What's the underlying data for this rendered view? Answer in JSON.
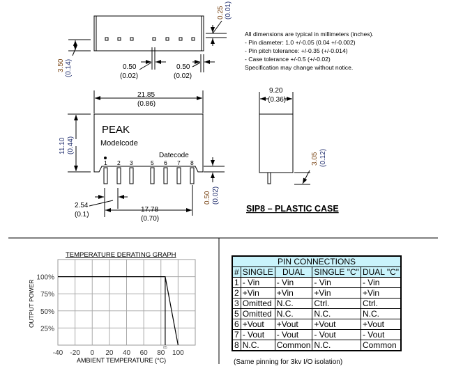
{
  "notes": [
    "All dimensions are typical in millimeters (inches).",
    "- Pin diameter: 1.0 +/-0.05 (0.04 +/-0.002)",
    "- Pin pitch tolerance: +/-0.35 (+/-0.014)",
    "- Case tolerance +/-0.5 (+/-0.02)",
    "Specification may change without notice."
  ],
  "dims": {
    "d025": "0.25",
    "d025i": "(0.01)",
    "d350": "3.50",
    "d350i": "(0.14)",
    "d050a": "0.50",
    "d050ai": "(0.02)",
    "d050b": "0.50",
    "d050bi": "(0.02)",
    "d2185": "21.85",
    "d2185i": "(0.86)",
    "d1110": "11.10",
    "d1110i": "(0.44)",
    "d050c": "0.50",
    "d050ci": "(0.02)",
    "d254": "2.54",
    "d254i": "(0.1)",
    "d1778": "17.78",
    "d1778i": "(0.70)",
    "d920": "9.20",
    "d920i": "(0.36)",
    "d305": "3.05",
    "d305i": "(0.12)"
  },
  "module": {
    "brand": "PEAK",
    "model": "Modelcode",
    "date": "Datecode",
    "pins": [
      "1",
      "2",
      "3",
      "5",
      "6",
      "7",
      "8"
    ]
  },
  "case_title": "SIP8 – PLASTIC CASE",
  "graph": {
    "title": "TEMPERATURE DERATING GRAPH",
    "ylabel": "OUTPUT POWER",
    "xlabel": "AMBIENT TEMPERATURE (°C)",
    "yticks": [
      "100%",
      "75%",
      "50%",
      "25%"
    ],
    "xticks": [
      "-40",
      "-20",
      "0",
      "20",
      "40",
      "60",
      "80",
      "100"
    ],
    "marker": "85",
    "xlim": [
      -40,
      120
    ],
    "ylim": [
      0,
      125
    ],
    "series": [
      [
        -40,
        100
      ],
      [
        85,
        100
      ],
      [
        100,
        0
      ]
    ]
  },
  "pin_table": {
    "title": "PIN CONNECTIONS",
    "headers": [
      "#",
      "SINGLE",
      "DUAL",
      "SINGLE \"C\"",
      "DUAL \"C\""
    ],
    "rows": [
      [
        "1",
        "- Vin",
        "- Vin",
        "- Vin",
        "- Vin"
      ],
      [
        "2",
        "+Vin",
        "+Vin",
        "+Vin",
        "+Vin"
      ],
      [
        "3",
        "Omitted",
        "N.C.",
        "Ctrl.",
        "Ctrl."
      ],
      [
        "5",
        "Omitted",
        "N.C.",
        "N.C.",
        "N.C."
      ],
      [
        "6",
        "+Vout",
        "+Vout",
        "+Vout",
        "+Vout"
      ],
      [
        "7",
        "- Vout",
        "- Vout",
        "- Vout",
        "- Vout"
      ],
      [
        "8",
        "N.C.",
        "Common",
        "N.C.",
        "Common"
      ]
    ],
    "footer": "(Same pinning for 3kv I/O isolation)"
  }
}
